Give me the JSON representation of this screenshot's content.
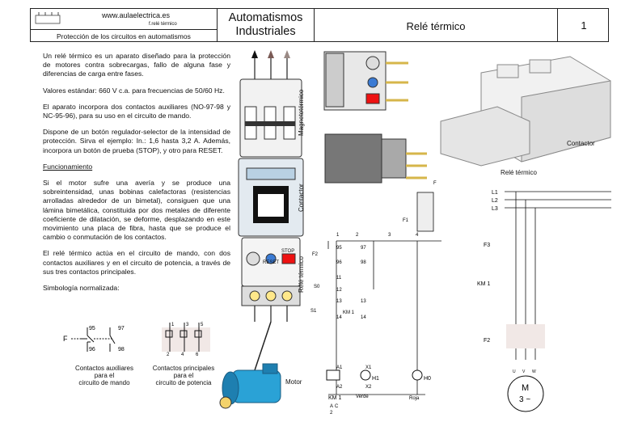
{
  "header": {
    "site": "www.aulaelectrica.es",
    "file": "f.relé térmico",
    "section": "Protección de los circuitos en automatismos",
    "course_line1": "Automatismos",
    "course_line2": "Industriales",
    "topic": "Relé térmico",
    "page": "1"
  },
  "text": {
    "p1": "Un relé térmico es un aparato diseñado para la protección de motores contra sobrecargas, fallo de alguna fase y diferencias de carga entre fases.",
    "p2": "Valores estándar: 660 V c.a. para frecuencias de 50/60 Hz.",
    "p3": "El aparato incorpora dos contactos auxiliares (NO-97-98 y NC-95-96), para su uso en el circuito de mando.",
    "p4": "Dispone de un botón regulador-selector de la intensidad de protección. Sirva el ejemplo:  In.: 1,6 hasta 3,2 A. Además, incorpora un botón de prueba (STOP), y otro para RESET.",
    "heading": "Funcionamiento",
    "p5": "Si el motor sufre una avería y se produce una sobreintensidad, unas bobinas calefactoras (resistencias arrolladas alrededor de un bimetal), consiguen que una lámina bimetálica, constituida por dos metales de diferente coeficiente de dilatación, se deforme, desplazando en este movimiento una placa de fibra, hasta que se produce el cambio o conmutación de los contactos.",
    "p6": "El relé térmico actúa en el circuito de mando, con dos contactos auxiliares y en el circuito de potencia, a través de sus tres contactos principales.",
    "p7": "Simbología normalizada:"
  },
  "symbols": {
    "aux_label": "Contactos auxiliares\npara el\ncircuito de mando",
    "main_label": "Contactos principales\npara el\ncircuito de potencia",
    "F": "F",
    "n95": "95",
    "n96": "96",
    "n97": "97",
    "n98": "98",
    "m1": "1",
    "m2": "2",
    "m3": "3",
    "m4": "4",
    "m5": "5",
    "m6": "6"
  },
  "device": {
    "magneto": "Magnetotérmico",
    "contactor": "Contactor",
    "rele": "Relé térmico",
    "motor": "Motor",
    "reset": "RESET",
    "stop": "STOP"
  },
  "photo": {
    "contactor": "Contactor",
    "rele": "Relé térmico"
  },
  "control": {
    "F": "F",
    "F1": "F1",
    "F2": "F2",
    "S0": "S0",
    "S1": "S1",
    "KM1": "KM 1",
    "H1": "H1",
    "H0": "H0",
    "verde": "Verde",
    "roja": "Roja",
    "A1": "A1",
    "A2": "A2",
    "X1": "X1",
    "X2": "X2",
    "km_bottom": "KM 1",
    "km_ac": "A",
    "km_c": "C",
    "km_2": "2",
    "n1": "1",
    "n2": "2",
    "n3": "3",
    "n4": "4",
    "c95": "95",
    "c96": "96",
    "c97": "97",
    "c98": "98",
    "c11": "11",
    "c12": "12",
    "c13": "13",
    "c14": "14",
    "s13": "13",
    "s14": "14"
  },
  "power": {
    "L1": "L1",
    "L2": "L2",
    "L3": "L3",
    "F3": "F3",
    "KM1": "KM 1",
    "F2": "F2",
    "M": "M",
    "phase": "3 ~",
    "U": "U",
    "V": "V",
    "W": "W"
  }
}
